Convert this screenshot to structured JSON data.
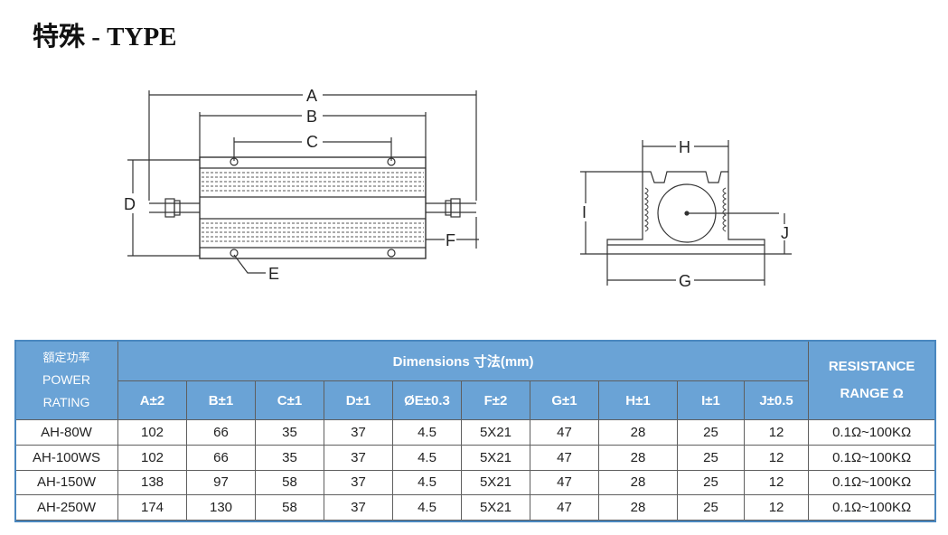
{
  "title": "特殊 - TYPE",
  "diagram": {
    "labels": {
      "A": "A",
      "B": "B",
      "C": "C",
      "D": "D",
      "E": "E",
      "F": "F",
      "G": "G",
      "H": "H",
      "I": "I",
      "J": "J"
    }
  },
  "table": {
    "power_header_cn": "額定功率",
    "power_header_en1": "POWER",
    "power_header_en2": "RATING",
    "dimensions_header": "Dimensions 寸法(mm)",
    "resistance_header1": "RESISTANCE",
    "resistance_header2": "RANGE Ω",
    "columns": [
      "A±2",
      "B±1",
      "C±1",
      "D±1",
      "ØE±0.3",
      "F±2",
      "G±1",
      "H±1",
      "I±1",
      "J±0.5"
    ],
    "rows": [
      {
        "model": "AH-80W",
        "values": [
          "102",
          "66",
          "35",
          "37",
          "4.5",
          "5X21",
          "47",
          "28",
          "25",
          "12"
        ],
        "range": "0.1Ω~100KΩ"
      },
      {
        "model": "AH-100WS",
        "values": [
          "102",
          "66",
          "35",
          "37",
          "4.5",
          "5X21",
          "47",
          "28",
          "25",
          "12"
        ],
        "range": "0.1Ω~100KΩ"
      },
      {
        "model": "AH-150W",
        "values": [
          "138",
          "97",
          "58",
          "37",
          "4.5",
          "5X21",
          "47",
          "28",
          "25",
          "12"
        ],
        "range": "0.1Ω~100KΩ"
      },
      {
        "model": "AH-250W",
        "values": [
          "174",
          "130",
          "58",
          "37",
          "4.5",
          "5X21",
          "47",
          "28",
          "25",
          "12"
        ],
        "range": "0.1Ω~100KΩ"
      }
    ]
  }
}
